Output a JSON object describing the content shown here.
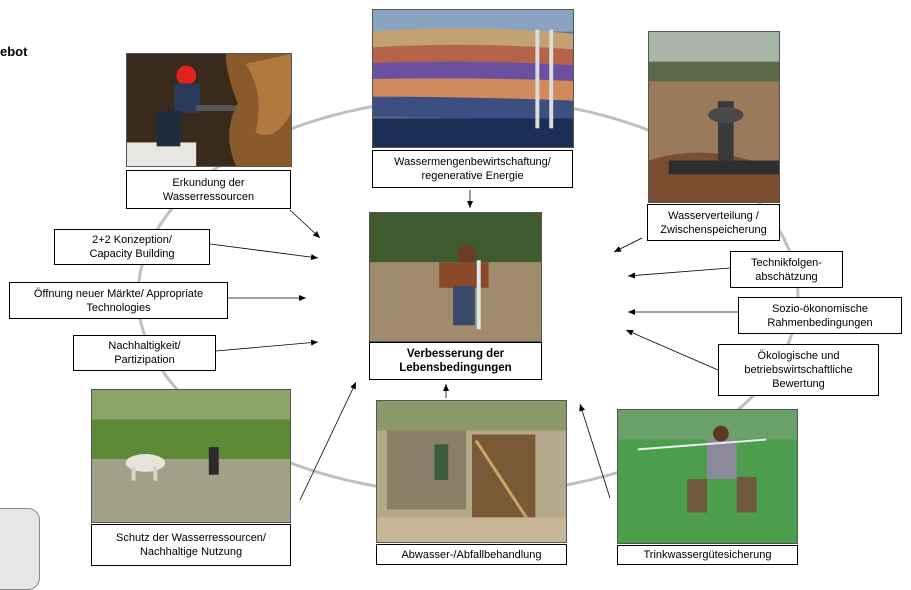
{
  "heading": "ebot",
  "center": {
    "line1": "Verbesserung der",
    "line2": "Lebensbedingungen"
  },
  "labels": {
    "erkundung": [
      "Erkundung der",
      "Wasserressourcen"
    ],
    "wassermengen": [
      "Wassermengenbewirtschaftung/",
      "regenerative Energie"
    ],
    "wasserverteilung": [
      "Wasserverteilung /",
      "Zwischenspeicherung"
    ],
    "konzeption": [
      "2+2 Konzeption/",
      "Capacity Building"
    ],
    "maerkte": [
      "Öffnung neuer Märkte/ Appropriate",
      "Technologies"
    ],
    "nachhaltigkeit": [
      "Nachhaltigkeit/",
      "Partizipation"
    ],
    "technikfolgen": [
      "Technikfolgen-",
      "abschätzung"
    ],
    "sozio": [
      "Sozio-ökonomische",
      "Rahmenbedingungen"
    ],
    "oekologische": [
      "Ökologische und",
      "betriebswirtschaftliche",
      "Bewertung"
    ],
    "schutz": [
      "Schutz der Wasserressourcen/",
      "Nachhaltige Nutzung"
    ],
    "abwasser": [
      "Abwasser-/Abfallbehandlung"
    ],
    "trinkwasser": [
      "Trinkwassergütesicherung"
    ]
  },
  "photos": {
    "cave": "cave-explorer-photo",
    "aquifer": "aquifer-cross-section-photo",
    "valve": "pipe-valve-photo",
    "drinking": "man-drinking-water-photo",
    "rice": "rice-field-ox-plough-photo",
    "treatment": "wastewater-treatment-photo",
    "sampling": "water-sampling-photo"
  },
  "colors": {
    "ring": "#c0c0c0",
    "border": "#000000",
    "arrow": "#000000"
  }
}
